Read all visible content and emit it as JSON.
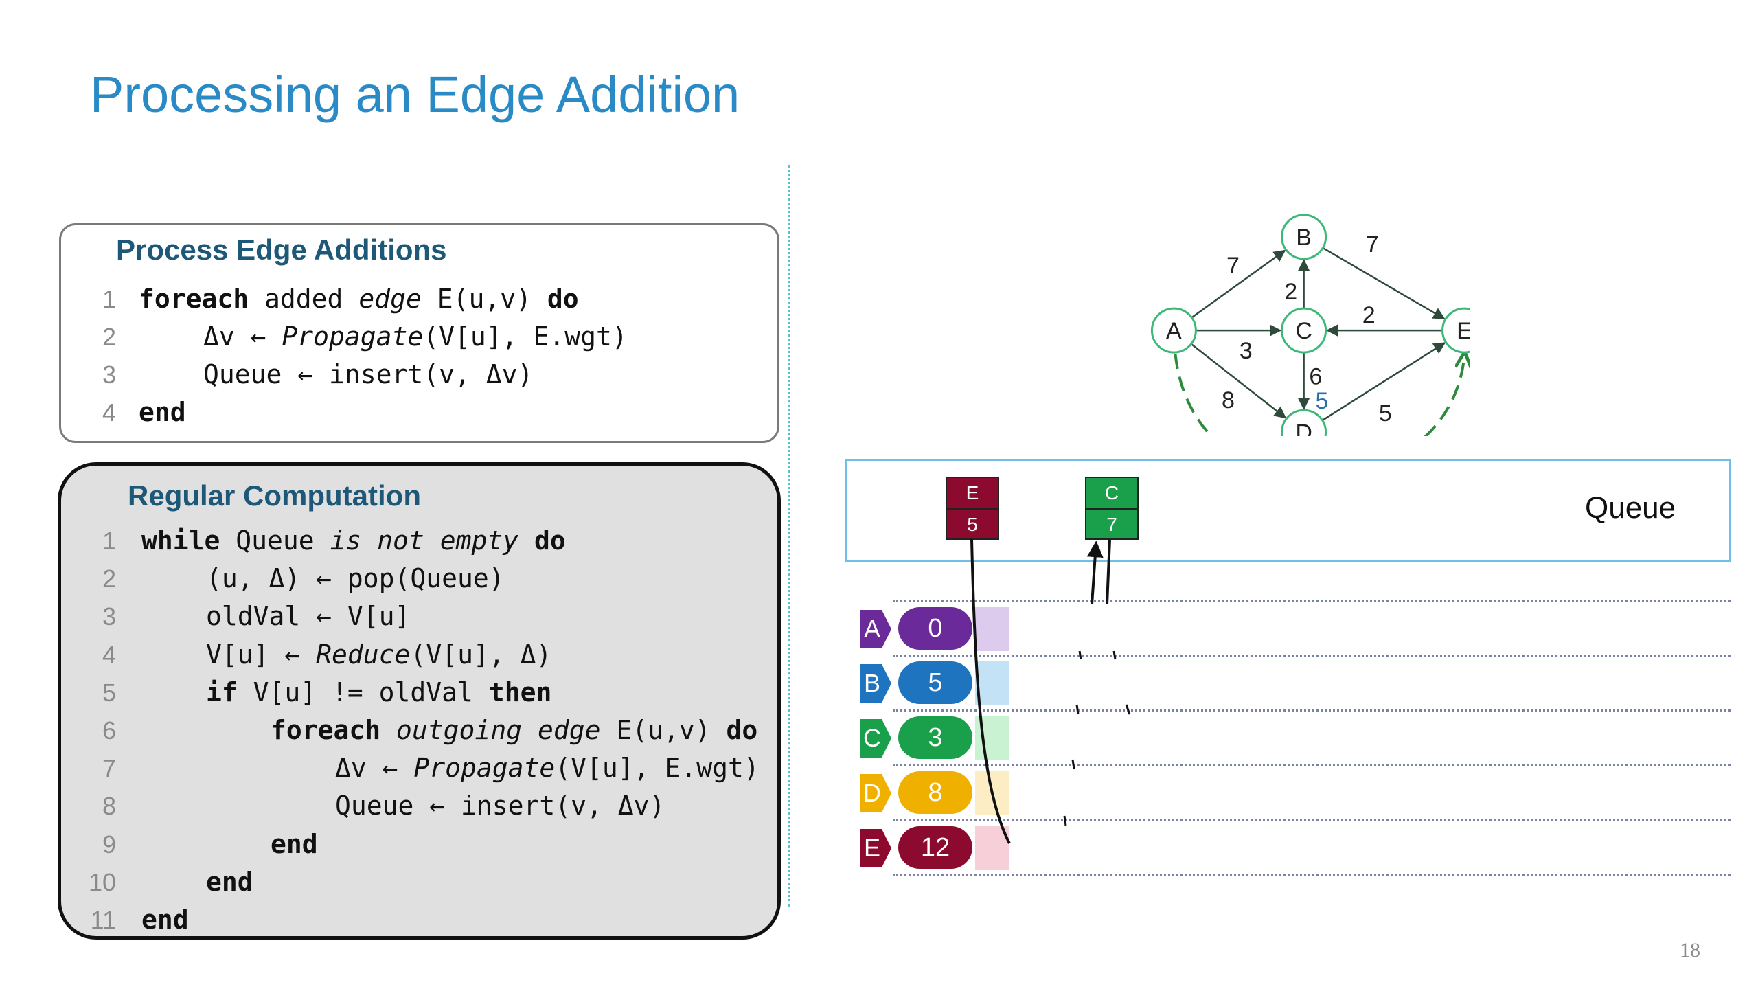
{
  "slide": {
    "title": "Processing an Edge Addition",
    "page_number": "18"
  },
  "box1": {
    "title": "Process Edge Additions",
    "lines": [
      {
        "num": "1",
        "parts": [
          {
            "t": "foreach",
            "s": "kw"
          },
          {
            "t": " added ",
            "s": ""
          },
          {
            "t": "edge",
            "s": "it"
          },
          {
            "t": " E(u,v) ",
            "s": ""
          },
          {
            "t": "do",
            "s": "kw"
          }
        ],
        "indent": 0
      },
      {
        "num": "2",
        "parts": [
          {
            "t": "Δv ← ",
            "s": ""
          },
          {
            "t": "Propagate",
            "s": "it"
          },
          {
            "t": "(V[u], E.wgt)",
            "s": ""
          }
        ],
        "indent": 1
      },
      {
        "num": "3",
        "parts": [
          {
            "t": "Queue ← insert(v, Δv)",
            "s": ""
          }
        ],
        "indent": 1
      },
      {
        "num": "4",
        "parts": [
          {
            "t": "end",
            "s": "kw"
          }
        ],
        "indent": 0
      }
    ]
  },
  "box2": {
    "title": "Regular Computation",
    "lines": [
      {
        "num": "1",
        "parts": [
          {
            "t": "while",
            "s": "kw"
          },
          {
            "t": " Queue ",
            "s": ""
          },
          {
            "t": "is not empty",
            "s": "it"
          },
          {
            "t": " ",
            "s": ""
          },
          {
            "t": "do",
            "s": "kw"
          }
        ],
        "indent": 0
      },
      {
        "num": "2",
        "parts": [
          {
            "t": "(u, Δ) ← pop(Queue)",
            "s": ""
          }
        ],
        "indent": 1
      },
      {
        "num": "3",
        "parts": [
          {
            "t": "oldVal ← V[u]",
            "s": ""
          }
        ],
        "indent": 1
      },
      {
        "num": "4",
        "parts": [
          {
            "t": "V[u] ← ",
            "s": ""
          },
          {
            "t": "Reduce",
            "s": "it"
          },
          {
            "t": "(V[u], Δ)",
            "s": ""
          }
        ],
        "indent": 1
      },
      {
        "num": "5",
        "parts": [
          {
            "t": "if",
            "s": "kw"
          },
          {
            "t": " V[u] != oldVal ",
            "s": ""
          },
          {
            "t": "then",
            "s": "kw"
          }
        ],
        "indent": 1
      },
      {
        "num": "6",
        "parts": [
          {
            "t": "foreach",
            "s": "kw"
          },
          {
            "t": " ",
            "s": ""
          },
          {
            "t": "outgoing edge",
            "s": "it"
          },
          {
            "t": " E(u,v) ",
            "s": ""
          },
          {
            "t": "do",
            "s": "kw"
          }
        ],
        "indent": 2
      },
      {
        "num": "7",
        "parts": [
          {
            "t": "Δv ← ",
            "s": ""
          },
          {
            "t": "Propagate",
            "s": "it"
          },
          {
            "t": "(V[u], E.wgt)",
            "s": ""
          }
        ],
        "indent": 3
      },
      {
        "num": "8",
        "parts": [
          {
            "t": "Queue ← insert(v, Δv)",
            "s": ""
          }
        ],
        "indent": 3
      },
      {
        "num": "9",
        "parts": [
          {
            "t": "end",
            "s": "kw"
          }
        ],
        "indent": 2
      },
      {
        "num": "10",
        "parts": [
          {
            "t": "end",
            "s": "kw"
          }
        ],
        "indent": 1
      },
      {
        "num": "11",
        "parts": [
          {
            "t": "end",
            "s": "kw"
          }
        ],
        "indent": 0
      }
    ]
  },
  "graph": {
    "nodes": [
      "A",
      "B",
      "C",
      "D",
      "E"
    ],
    "edges": [
      {
        "from": "A",
        "to": "B",
        "weight": "7"
      },
      {
        "from": "A",
        "to": "C",
        "weight": "3"
      },
      {
        "from": "A",
        "to": "D",
        "weight": "8"
      },
      {
        "from": "C",
        "to": "B",
        "weight": "2"
      },
      {
        "from": "B",
        "to": "E",
        "weight": "7"
      },
      {
        "from": "E",
        "to": "C",
        "weight": "2"
      },
      {
        "from": "C",
        "to": "D",
        "weight": "6"
      },
      {
        "from": "D",
        "to": "E",
        "weight": "5"
      }
    ],
    "added_edge": {
      "from": "A",
      "to": "E",
      "weight": "5",
      "style": "dashed",
      "color": "#2e8b3e"
    },
    "node_color": "#3cb878"
  },
  "queue": {
    "label": "Queue",
    "items": [
      {
        "vertex": "E",
        "value": "5",
        "color": "#8b0a2e"
      },
      {
        "vertex": "C",
        "value": "7",
        "color": "#1aa04a"
      }
    ]
  },
  "vertices": [
    {
      "name": "A",
      "value": "0",
      "color": "#6a2a9a",
      "shade": "#dccbec"
    },
    {
      "name": "B",
      "value": "5",
      "color": "#1f74c0",
      "shade": "#c4e2f6"
    },
    {
      "name": "C",
      "value": "3",
      "color": "#1aa04a",
      "shade": "#c8f2d2"
    },
    {
      "name": "D",
      "value": "8",
      "color": "#f0b000",
      "shade": "#fcedc4"
    },
    {
      "name": "E",
      "value": "12",
      "color": "#8b0a2e",
      "shade": "#f6cfd9"
    }
  ]
}
